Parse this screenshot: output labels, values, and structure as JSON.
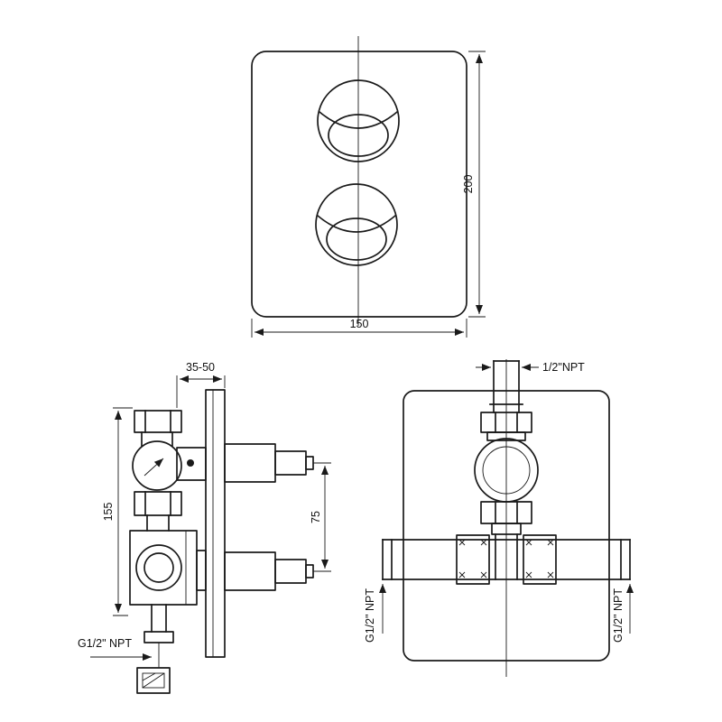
{
  "colors": {
    "background": "#ffffff",
    "line": "#1a1a1a",
    "text": "#111111"
  },
  "front_view": {
    "height_dim": "200",
    "width_dim": "150"
  },
  "side_view": {
    "wall_depth_dim": "35-50",
    "body_height_dim": "155",
    "handle_spacing_dim": "75",
    "outlet_label": "G1/2\" NPT"
  },
  "rear_view": {
    "top_inlet_label": "1/2\"NPT",
    "left_port_label": "G1/2\" NPT",
    "right_port_label": "G1/2\" NPT"
  }
}
